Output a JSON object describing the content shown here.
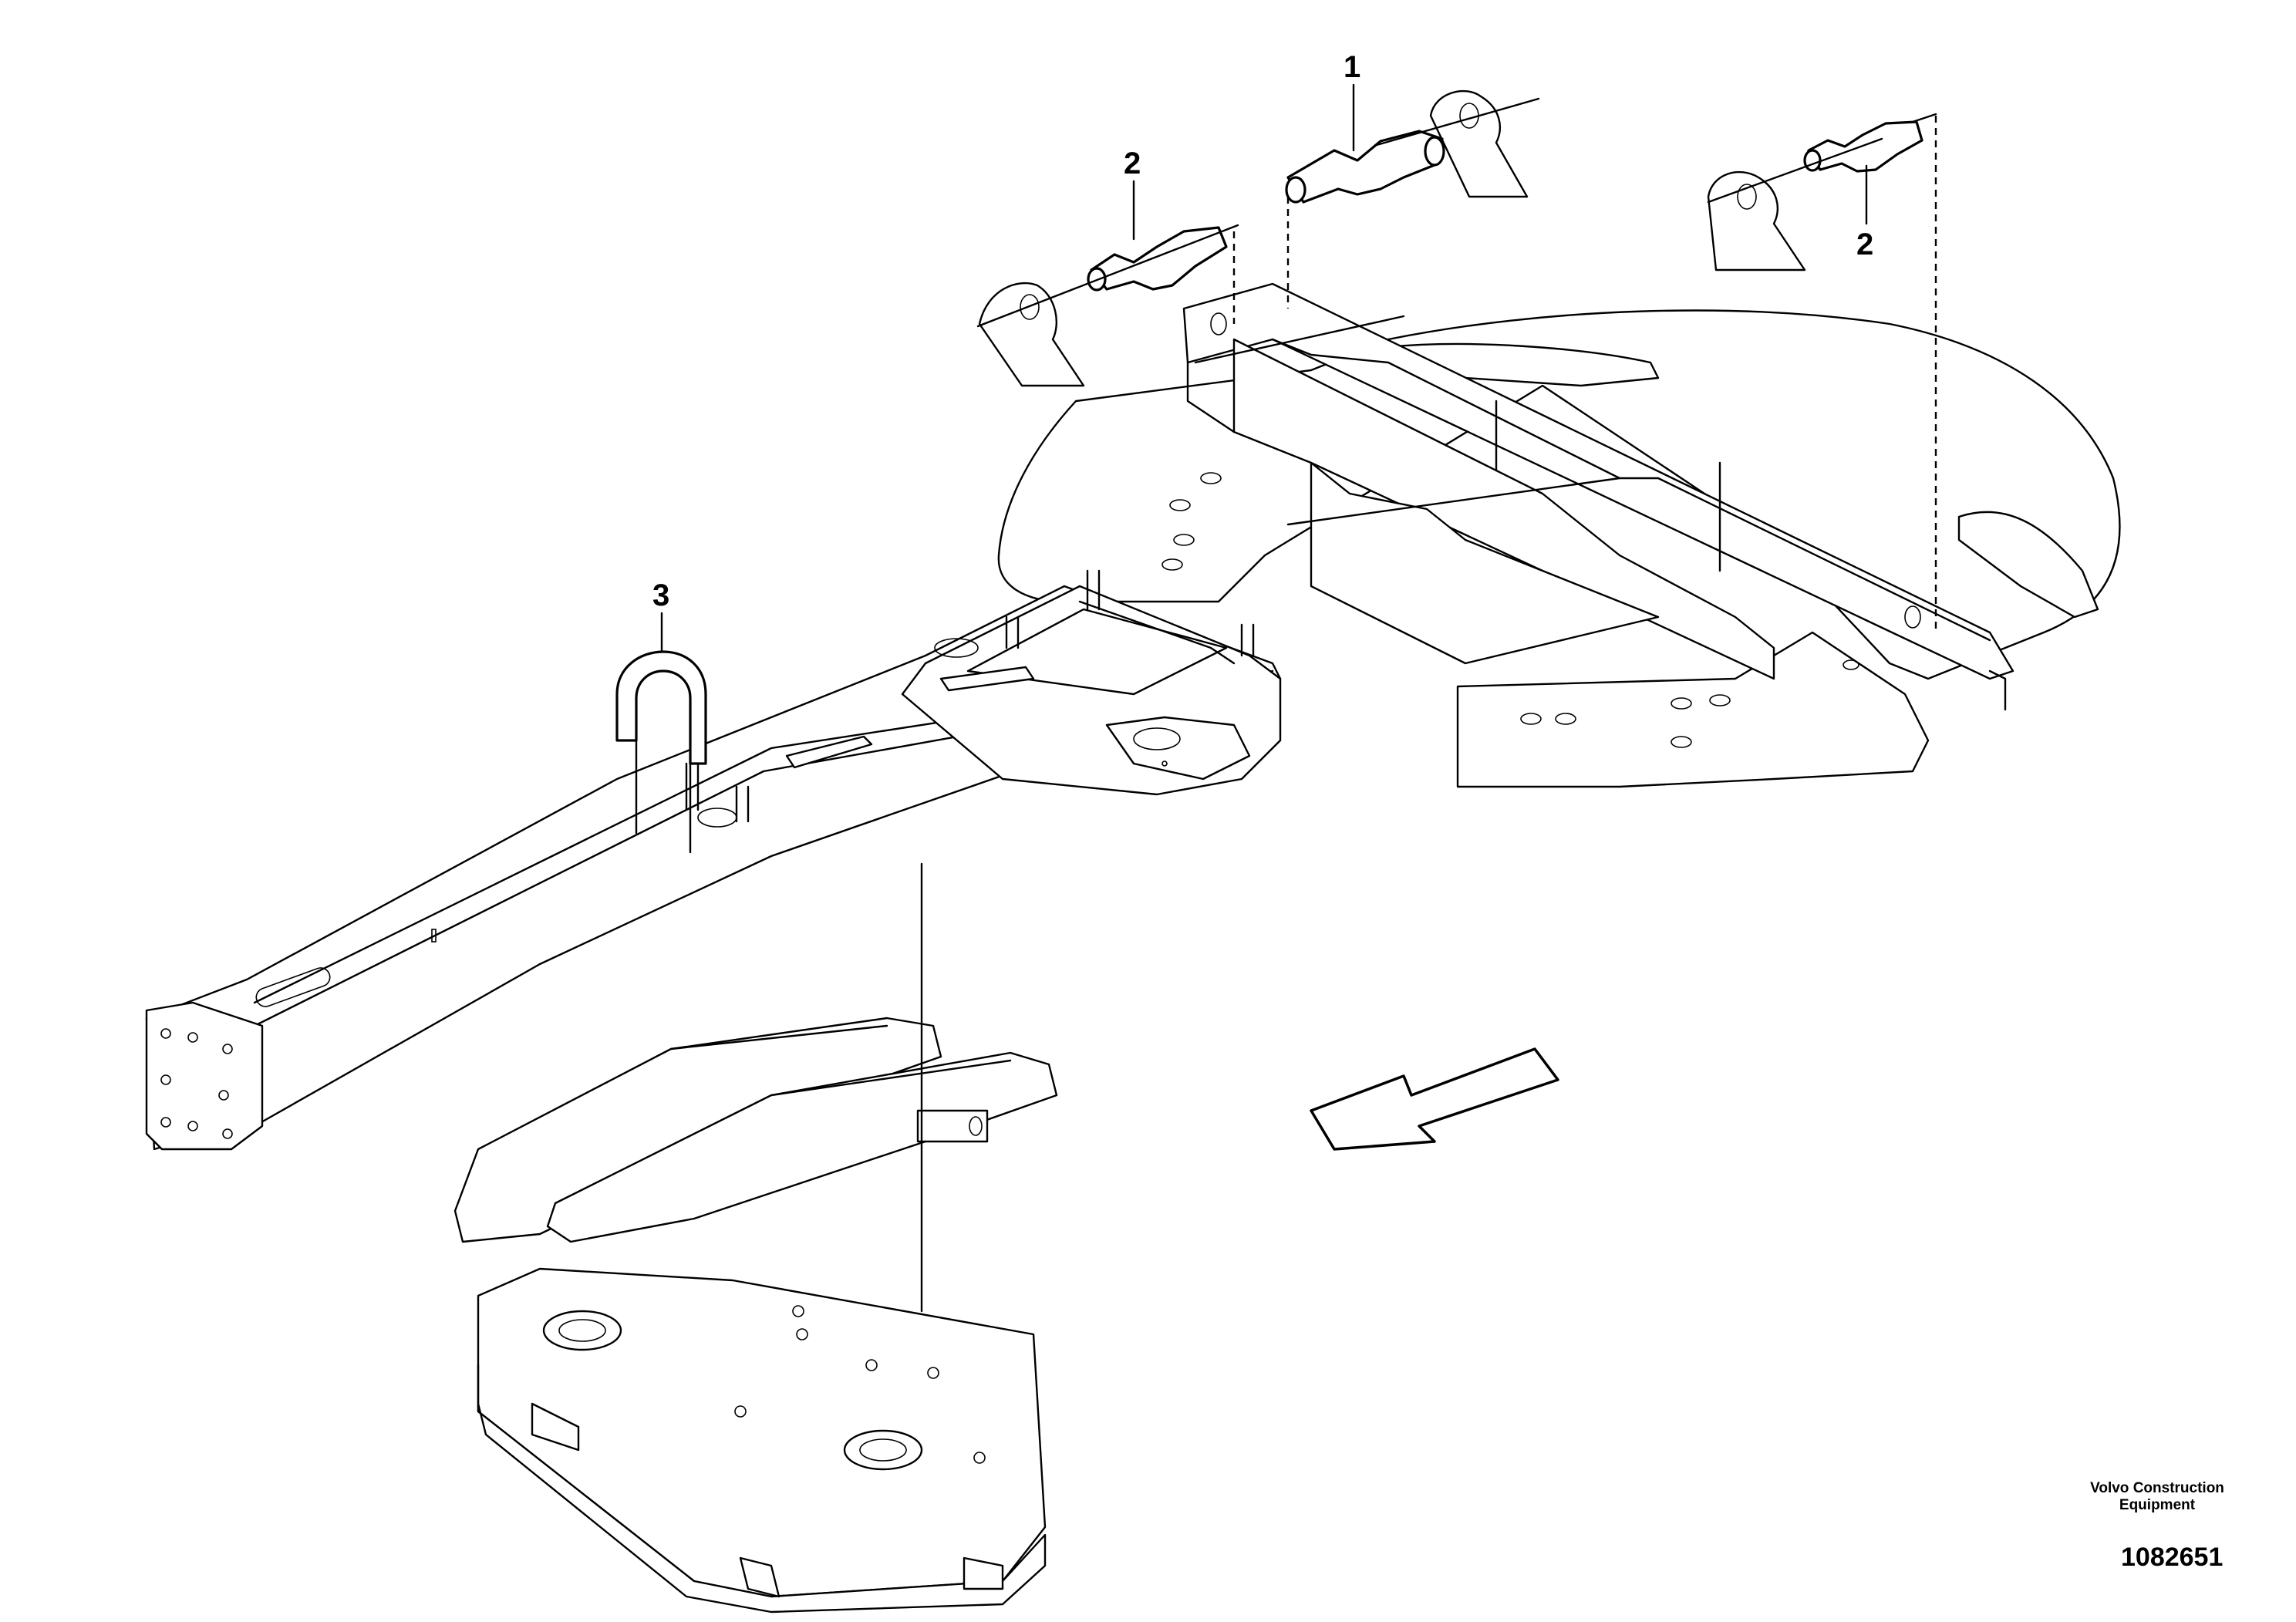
{
  "callouts": [
    {
      "id": "1",
      "label": "1"
    },
    {
      "id": "2a",
      "label": "2"
    },
    {
      "id": "2b",
      "label": "2"
    },
    {
      "id": "3",
      "label": "3"
    }
  ],
  "brand": {
    "company_line_1": "Volvo Construction",
    "company_line_2": "Equipment"
  },
  "drawing_number": "1082651",
  "colors": {
    "line": "#000000",
    "background": "#ffffff"
  }
}
